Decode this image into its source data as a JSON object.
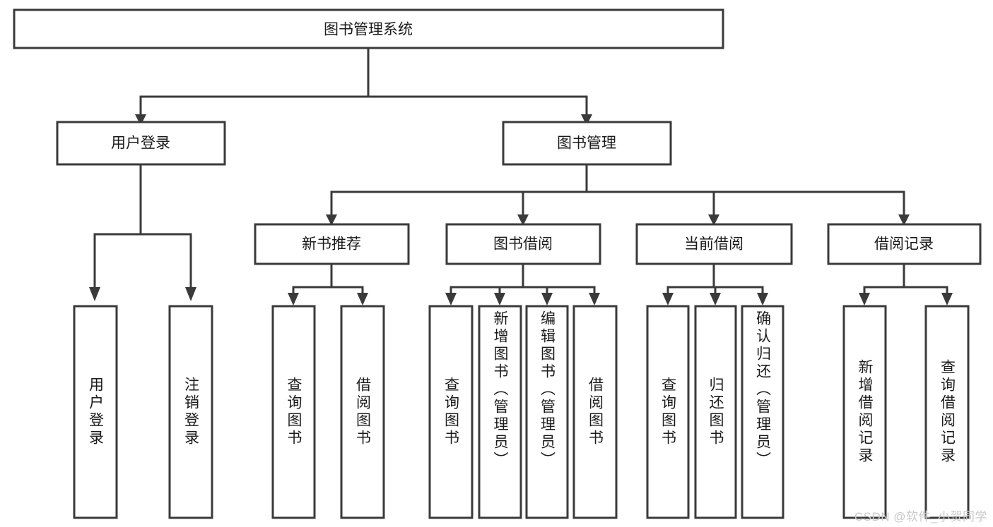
{
  "diagram": {
    "title": "图书管理系统",
    "watermark": "CSDN @软件_小贺同学",
    "colors": {
      "stroke": "#3a3a3a",
      "box_fill": "#ffffff",
      "text": "#1b1b1b",
      "watermark": "#c9c9c9",
      "background": "#ffffff"
    },
    "root": {
      "label": "图书管理系统"
    },
    "level2": [
      {
        "label": "用户登录"
      },
      {
        "label": "图书管理"
      }
    ],
    "level3": [
      {
        "label": "新书推荐"
      },
      {
        "label": "图书借阅"
      },
      {
        "label": "当前借阅"
      },
      {
        "label": "借阅记录"
      }
    ],
    "leaves": {
      "user_login": [
        {
          "label": "用户登录"
        },
        {
          "label": "注销登录"
        }
      ],
      "new_book_recommend": [
        {
          "label": "查询图书"
        },
        {
          "label": "借阅图书"
        }
      ],
      "book_borrow": [
        {
          "label": "查询图书"
        },
        {
          "label": "新增图书（管理员）"
        },
        {
          "label": "编辑图书（管理员）"
        },
        {
          "label": "借阅图书"
        }
      ],
      "current_borrow": [
        {
          "label": "查询图书"
        },
        {
          "label": "归还图书"
        },
        {
          "label": "确认归还（管理员）"
        }
      ],
      "borrow_record": [
        {
          "label": "新增借阅记录"
        },
        {
          "label": "查询借阅记录"
        }
      ]
    }
  }
}
